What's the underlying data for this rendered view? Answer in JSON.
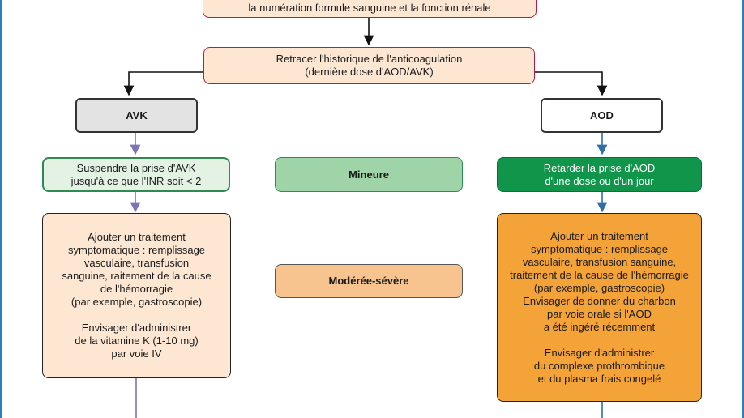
{
  "top_box": {
    "text": "la numération formule sanguine et la fonction rénale"
  },
  "history_box": {
    "text": "Retracer l'historique de l'anticoagulation\n(dernière dose d'AOD/AVK)"
  },
  "avk": {
    "header": "AVK",
    "step1": "Suspendre la prise d'AVK\njusqu'à ce que l'INR soit < 2",
    "step2": "Ajouter un traitement\nsymptomatique : remplissage\nvasculaire, transfusion\nsanguine, raitement de la cause\nde l'hémorragie\n(par exemple, gastroscopie)\n\nEnvisager d'administrer\nde la vitamine K (1-10 mg)\npar voie IV"
  },
  "aod": {
    "header": "AOD",
    "step1": "Retarder la prise d'AOD\nd'une dose ou d'un jour",
    "step2": "Ajouter un traitement\nsymptomatique : remplissage\nvasculaire, transfusion sanguine,\ntraitement de la cause de l'hémorragie\n(par exemple, gastroscopie)\nEnvisager de donner du charbon\npar voie orale si l'AOD\na été ingéré récemment\n\nEnvisager d'administrer\ndu complexe prothrombique\net du plasma frais congelé"
  },
  "severity": {
    "minor": "Mineure",
    "moderate": "Modérée-sévère"
  },
  "colors": {
    "frame_border": "#2f7fbf",
    "dark_arrow": "#111111",
    "avk_arrow": "#7d74b8",
    "aod_arrow": "#2f6fa8"
  }
}
